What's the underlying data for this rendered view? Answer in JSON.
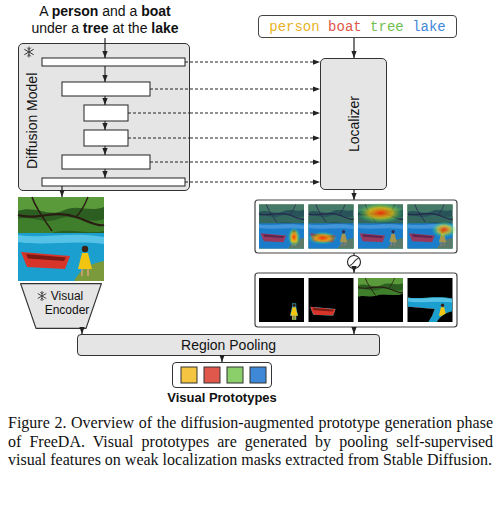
{
  "diagram": {
    "caption": "Figure 2. Overview of the diffusion-augmented prototype generation phase of FreeDA. Visual prototypes are generated by pooling self-supervised visual features on weak localization masks extracted from Stable Diffusion.",
    "nodes": [
      {
        "text": [
          "person boat tree lake"
        ]
      },
      {
        "text": [
          "Diffusion Model"
        ]
      },
      {
        "text": [
          "Localizer"
        ]
      },
      {
        "text": [
          "Visual Encoder"
        ]
      },
      {
        "text": [
          "Region Pooling"
        ]
      },
      {
        "text": [
          "Visual Prototypes"
        ]
      }
    ],
    "edges": [
      {
        "from": 0,
        "to": 2,
        "arrow": "to"
      },
      {
        "from": 1,
        "to": 2,
        "arrow": "to"
      },
      {
        "from": 1,
        "to": 2,
        "arrow": "to"
      },
      {
        "from": 1,
        "to": 2,
        "arrow": "to"
      },
      {
        "from": 1,
        "to": 2,
        "arrow": "to"
      },
      {
        "from": 1,
        "to": 2,
        "arrow": "to"
      },
      {
        "from": 1,
        "to": 2,
        "arrow": "to"
      },
      {
        "from": 3,
        "to": 4,
        "arrow": "to"
      },
      {
        "from": 4,
        "to": 5,
        "arrow": "to"
      }
    ],
    "labels": [
      "A person and a boat under a tree at the lake"
    ]
  }
}
